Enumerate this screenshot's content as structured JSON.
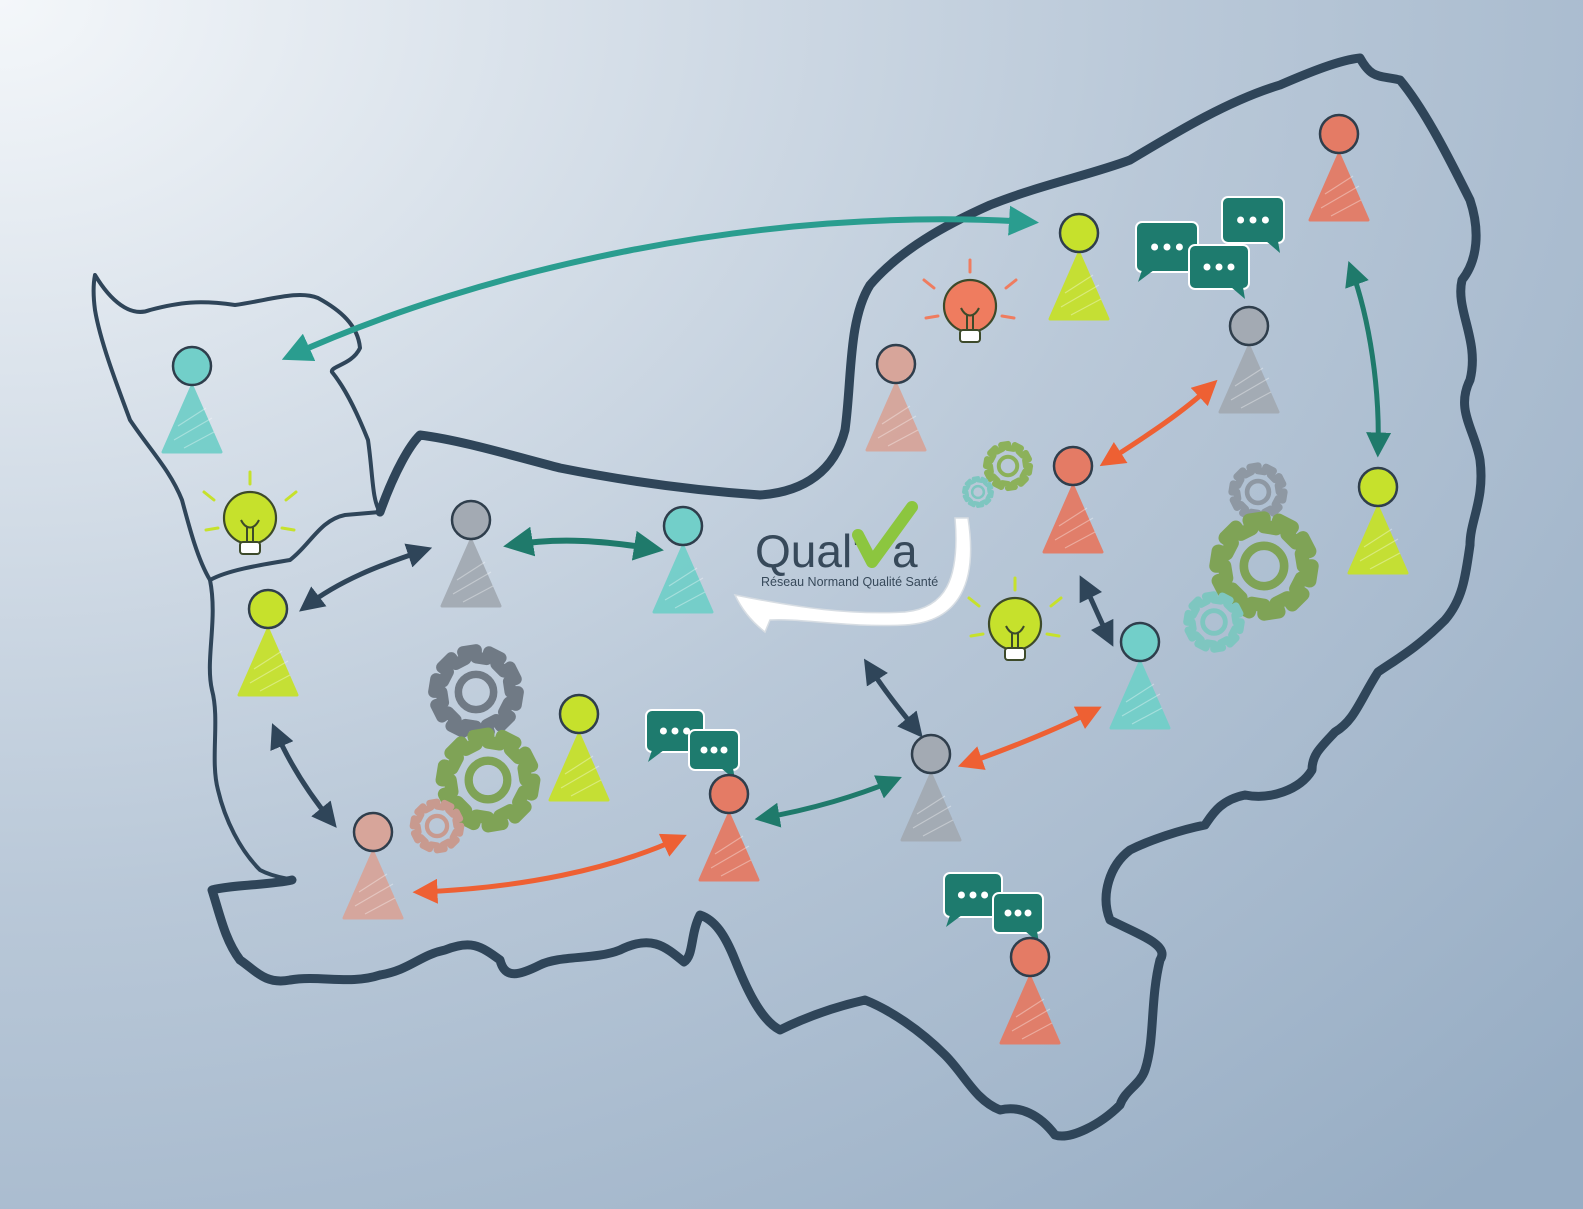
{
  "logo": {
    "word_left": "Qual'",
    "word_right": "a",
    "tagline": "Réseau Normand Qualité Santé",
    "check_color": "#8cc63f"
  },
  "colors": {
    "background_light": "#f3f6f9",
    "background_dark": "#9db1c7",
    "outline": "#2f4559",
    "arrow_teal": "#2a9d8f",
    "arrow_dark_teal": "#1f7a6b",
    "arrow_navy": "#2f4559",
    "arrow_orange": "#ee6033",
    "person_teal": "#72cfc9",
    "person_gray": "#a3aab3",
    "person_lime": "#c6e12c",
    "person_coral": "#e47b65",
    "person_pink": "#d7a59a",
    "bubble": "#1e7b6e"
  },
  "diagram": {
    "people": [
      {
        "id": "p-west",
        "color": "teal"
      },
      {
        "id": "p-west-lime",
        "color": "lime"
      },
      {
        "id": "p-gray-center",
        "color": "gray"
      },
      {
        "id": "p-teal-center",
        "color": "teal"
      },
      {
        "id": "p-lime-gears",
        "color": "lime"
      },
      {
        "id": "p-pink-south",
        "color": "pink"
      },
      {
        "id": "p-coral-bubbles",
        "color": "coral"
      },
      {
        "id": "p-gray-south",
        "color": "gray"
      },
      {
        "id": "p-coral-bottom",
        "color": "coral"
      },
      {
        "id": "p-teal-east",
        "color": "teal"
      },
      {
        "id": "p-coral-center",
        "color": "coral"
      },
      {
        "id": "p-pink-north",
        "color": "pink"
      },
      {
        "id": "p-lime-north",
        "color": "lime"
      },
      {
        "id": "p-gray-northeast",
        "color": "gray"
      },
      {
        "id": "p-coral-northeast",
        "color": "coral"
      },
      {
        "id": "p-lime-east",
        "color": "lime"
      }
    ],
    "connections": [
      {
        "from": "p-lime-north",
        "to": "p-west",
        "color": "teal"
      },
      {
        "from": "p-west-lime",
        "to": "p-gray-center",
        "color": "navy"
      },
      {
        "from": "p-gray-center",
        "to": "p-teal-center",
        "color": "dark-teal"
      },
      {
        "from": "p-west-lime",
        "to": "p-pink-south",
        "color": "navy"
      },
      {
        "from": "p-pink-south",
        "to": "p-coral-bubbles",
        "color": "orange"
      },
      {
        "from": "p-coral-bubbles",
        "to": "p-gray-south",
        "color": "dark-teal"
      },
      {
        "from": "p-gray-south",
        "to": "p-teal-east",
        "color": "orange"
      },
      {
        "from": "p-gray-south",
        "to": "logo",
        "color": "navy"
      },
      {
        "from": "p-coral-center",
        "to": "p-teal-east",
        "color": "navy"
      },
      {
        "from": "p-coral-center",
        "to": "p-gray-northeast",
        "color": "orange"
      },
      {
        "from": "p-coral-northeast",
        "to": "p-lime-east",
        "color": "dark-teal"
      }
    ],
    "ideas": [
      "idea-west",
      "idea-north",
      "idea-center"
    ],
    "gear_groups": [
      "gears-south",
      "gears-center",
      "gears-east"
    ],
    "chat_groups": [
      "chat-south",
      "chat-bottom",
      "chat-north"
    ]
  }
}
